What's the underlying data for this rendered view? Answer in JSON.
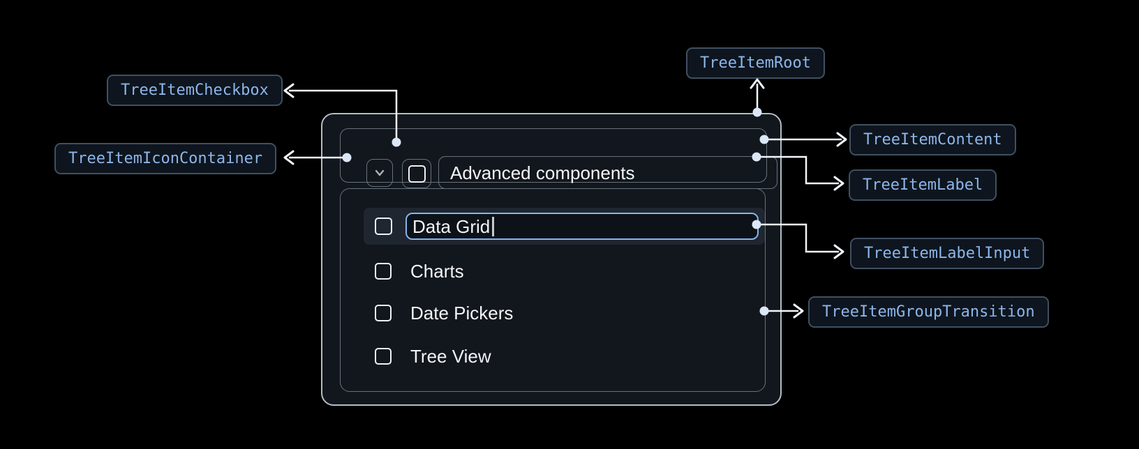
{
  "colors": {
    "canvas_bg": "#000000",
    "panel_bg": "#12171d",
    "panel_border": "#b3bdc7",
    "inner_border": "#67717c",
    "highlight_row_bg": "#20262f",
    "input_accent_border": "#86b4ed",
    "chip_bg": "#0e151e",
    "chip_border": "#405061",
    "chip_text": "#8cb6ea",
    "connector": "#f3f7fb",
    "connector_dot": "#dbe7f6",
    "text_primary": "#f2f4f6",
    "chevron_icon": "#aab3bd"
  },
  "annotations": {
    "checkbox": "TreeItemCheckbox",
    "icon_container": "TreeItemIconContainer",
    "root": "TreeItemRoot",
    "content": "TreeItemContent",
    "label": "TreeItemLabel",
    "label_input": "TreeItemLabelInput",
    "group_transition": "TreeItemGroupTransition"
  },
  "tree": {
    "header_label": "Advanced components",
    "expand_icon": "chevron-down-icon",
    "edit_input_value": "Data Grid",
    "items": [
      {
        "label": "Charts"
      },
      {
        "label": "Date Pickers"
      },
      {
        "label": "Tree View"
      }
    ]
  }
}
